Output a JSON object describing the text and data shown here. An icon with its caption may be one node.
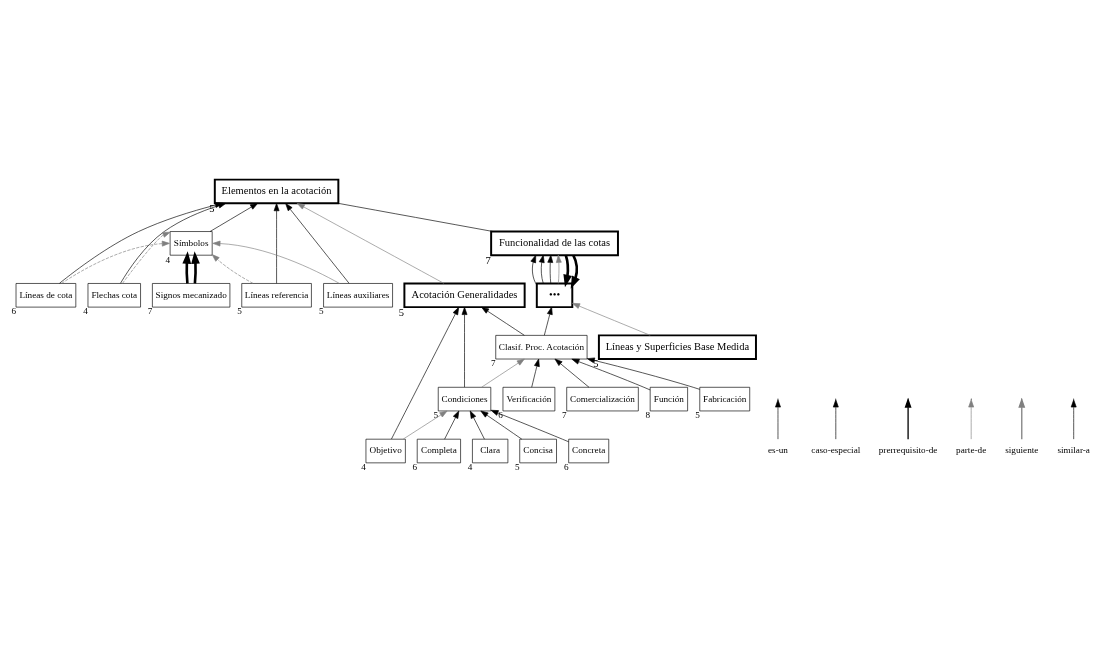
{
  "diagram": {
    "nodes": [
      {
        "text": [
          "Acotación Generalidades"
        ],
        "beside": [
          "5"
        ]
      },
      {
        "text": [
          "Elementos en la acotación"
        ],
        "beside": [
          "5"
        ]
      },
      {
        "text": [
          "Líneas de cota"
        ],
        "beside": [
          "6"
        ]
      },
      {
        "text": [
          "Flechas cota"
        ],
        "beside": [
          "4"
        ]
      },
      {
        "text": [
          "Condiciones"
        ],
        "beside": [
          "5"
        ]
      },
      {
        "text": [
          "Objetivo"
        ],
        "beside": [
          "4"
        ]
      },
      {
        "text": [
          "Clasif. Proc. Acotación"
        ],
        "beside": [
          "7"
        ]
      },
      {
        "text": [
          "Líneas referencia"
        ],
        "beside": [
          "5"
        ]
      },
      {
        "text": [
          "Líneas auxiliares"
        ],
        "beside": [
          "5"
        ]
      },
      {
        "text": [
          "•••"
        ]
      },
      {
        "text": [
          "Símbolos"
        ],
        "beside": [
          "4"
        ]
      },
      {
        "text": [
          "Función"
        ],
        "beside": [
          "8"
        ]
      },
      {
        "text": [
          "Clara"
        ],
        "beside": [
          "4"
        ]
      },
      {
        "text": [
          "Concisa"
        ],
        "beside": [
          "5"
        ]
      },
      {
        "text": [
          "Fabricación"
        ],
        "beside": [
          "5"
        ]
      },
      {
        "text": [
          "Concreta"
        ],
        "beside": [
          "6"
        ]
      },
      {
        "text": [
          "Verificación"
        ],
        "beside": [
          "6"
        ]
      },
      {
        "text": [
          "Líneas y Superficies Base Medida"
        ],
        "beside": [
          "5"
        ]
      },
      {
        "text": [
          "Funcionalidad de las cotas"
        ],
        "beside": [
          "7"
        ]
      },
      {
        "text": [
          "Signos mecanizado"
        ],
        "beside": [
          "7"
        ]
      },
      {
        "text": [
          "Completa"
        ],
        "beside": [
          "6"
        ]
      },
      {
        "text": [
          "Comercialización"
        ],
        "beside": [
          "7"
        ]
      }
    ],
    "edges": [
      {
        "from": 0,
        "to": 1,
        "arrow": "to",
        "color": "#808080"
      },
      {
        "from": 4,
        "to": 0,
        "arrow": "to"
      },
      {
        "from": 5,
        "to": 0,
        "arrow": "to"
      },
      {
        "from": 6,
        "to": 0,
        "arrow": "to"
      },
      {
        "from": 5,
        "to": 4,
        "arrow": "to",
        "color": "#808080"
      },
      {
        "from": 4,
        "to": 6,
        "arrow": "to",
        "color": "#808080"
      },
      {
        "from": 2,
        "to": 1,
        "arrow": "to"
      },
      {
        "from": 3,
        "to": 1,
        "arrow": "to"
      },
      {
        "from": 7,
        "to": 1,
        "arrow": "to"
      },
      {
        "from": 8,
        "to": 1,
        "arrow": "to"
      },
      {
        "from": 10,
        "to": 1,
        "arrow": "to"
      },
      {
        "from": 2,
        "to": 10,
        "arrow": "to",
        "style": "dashed",
        "color": "#808080"
      },
      {
        "from": 3,
        "to": 10,
        "arrow": "to",
        "style": "dashed",
        "color": "#808080"
      },
      {
        "from": 7,
        "to": 10,
        "arrow": "to",
        "style": "dashed",
        "color": "#808080"
      },
      {
        "from": 8,
        "to": 10,
        "arrow": "to",
        "color": "#808080"
      },
      {
        "from": 12,
        "to": 4,
        "arrow": "to"
      },
      {
        "from": 13,
        "to": 4,
        "arrow": "to"
      },
      {
        "from": 15,
        "to": 4,
        "arrow": "to"
      },
      {
        "from": 20,
        "to": 4,
        "arrow": "to"
      },
      {
        "from": 11,
        "to": 6,
        "arrow": "to"
      },
      {
        "from": 14,
        "to": 6,
        "arrow": "to"
      },
      {
        "from": 16,
        "to": 6,
        "arrow": "to"
      },
      {
        "from": 21,
        "to": 6,
        "arrow": "to"
      },
      {
        "from": 6,
        "to": 9,
        "arrow": "to"
      },
      {
        "from": 17,
        "to": 9,
        "arrow": "to",
        "color": "#808080"
      },
      {
        "from": 9,
        "to": 18,
        "arrow": "to"
      },
      {
        "from": 9,
        "to": 18,
        "arrow": "to"
      },
      {
        "from": 9,
        "to": 18,
        "arrow": "to"
      },
      {
        "from": 9,
        "to": 18,
        "arrow": "to",
        "color": "#808080"
      },
      {
        "from": 18,
        "to": 9,
        "arrow": "to",
        "style": "thick"
      },
      {
        "from": 18,
        "to": 9,
        "arrow": "to",
        "style": "thick"
      },
      {
        "from": 18,
        "to": 1,
        "arrow": "none"
      },
      {
        "from": 19,
        "to": 10,
        "arrow": "to",
        "style": "thick"
      },
      {
        "from": 19,
        "to": 10,
        "arrow": "to",
        "style": "thick"
      }
    ],
    "legend": [
      {
        "text": "es-un"
      },
      {
        "text": "caso-especial"
      },
      {
        "text": "prerrequisito-de"
      },
      {
        "text": "parte-de"
      },
      {
        "text": "siguiente"
      },
      {
        "text": "similar-a"
      }
    ]
  }
}
